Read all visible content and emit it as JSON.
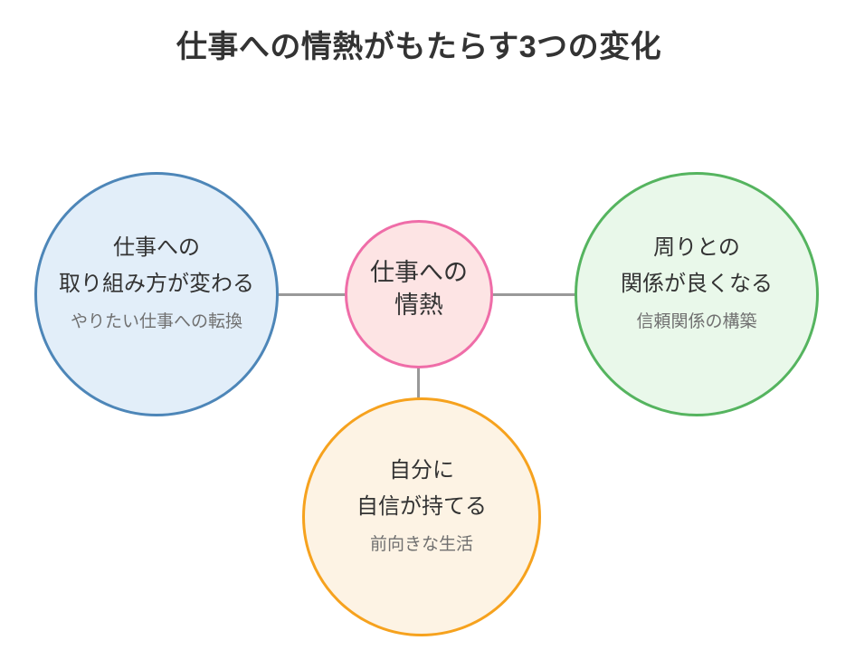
{
  "title": "仕事への情熱がもたらす3つの変化",
  "title_color": "#333333",
  "connector_color": "#999999",
  "center_node": {
    "line1": "仕事への",
    "line2": "情熱",
    "border_color": "#ef6da8",
    "fill_color": "#fde4e4"
  },
  "nodes": {
    "left": {
      "line1": "仕事への",
      "line2": "取り組み方が変わる",
      "subtitle": "やりたい仕事への転換",
      "border_color": "#4d86b8",
      "fill_color": "#e2eef9"
    },
    "right": {
      "line1": "周りとの",
      "line2": "関係が良くなる",
      "subtitle": "信頼関係の構築",
      "border_color": "#55b45f",
      "fill_color": "#e9f8ea"
    },
    "bottom": {
      "line1": "自分に",
      "line2": "自信が持てる",
      "subtitle": "前向きな生活",
      "border_color": "#f6a21e",
      "fill_color": "#fdf3e4"
    }
  },
  "text_colors": {
    "main": "#333333",
    "subtitle": "#707070"
  }
}
